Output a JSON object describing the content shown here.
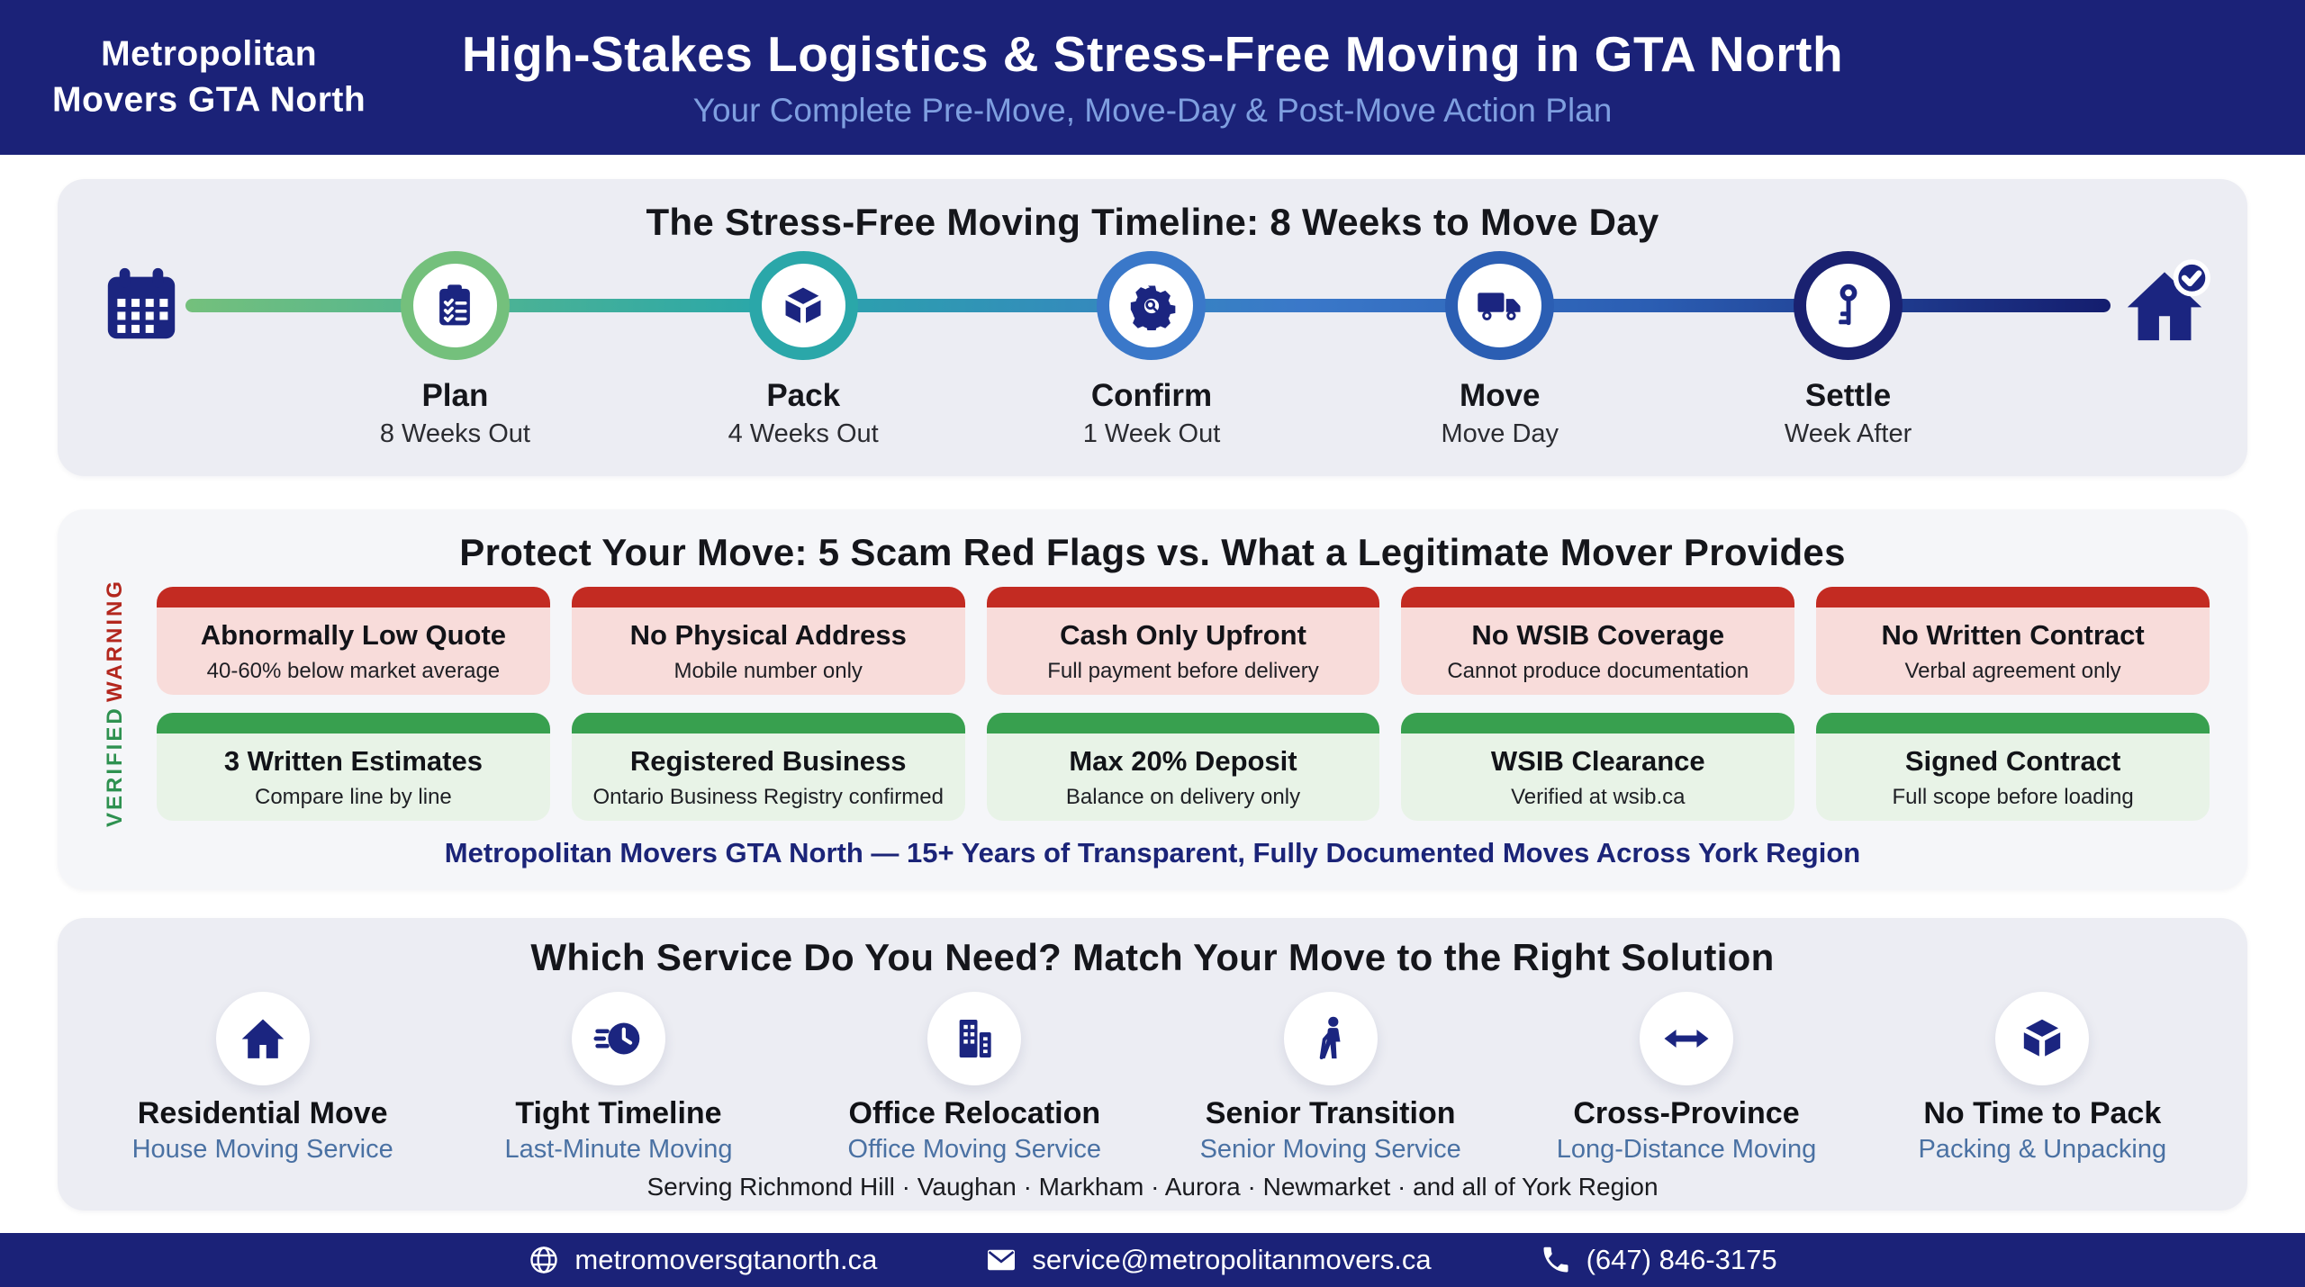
{
  "brand": {
    "line1": "Metropolitan",
    "line2": "Movers GTA North"
  },
  "header": {
    "title": "High-Stakes Logistics & Stress-Free Moving in GTA North",
    "subtitle": "Your Complete Pre-Move, Move-Day & Post-Move Action Plan"
  },
  "timeline": {
    "title": "The Stress-Free Moving Timeline: 8 Weeks to Move Day",
    "start_icon": "calendar-icon",
    "end_icon": "house-check-icon",
    "stages": [
      {
        "name": "Plan",
        "sublabel": "8 Weeks Out",
        "icon": "clipboard-checklist-icon",
        "ring_color": "#74c07c"
      },
      {
        "name": "Pack",
        "sublabel": "4 Weeks Out",
        "icon": "open-box-icon",
        "ring_color": "#2aa7a9"
      },
      {
        "name": "Confirm",
        "sublabel": "1 Week Out",
        "icon": "gear-search-icon",
        "ring_color": "#3a78c9"
      },
      {
        "name": "Move",
        "sublabel": "Move Day",
        "icon": "truck-icon",
        "ring_color": "#2b5eb3"
      },
      {
        "name": "Settle",
        "sublabel": "Week After",
        "icon": "key-icon",
        "ring_color": "#1a2170"
      }
    ]
  },
  "scam": {
    "title": "Protect Your Move: 5 Scam Red Flags vs. What a Legitimate Mover Provides",
    "warning_label": "WARNING",
    "verified_label": "VERIFIED",
    "red_flags": [
      {
        "title": "Abnormally Low Quote",
        "subtitle": "40-60% below market average"
      },
      {
        "title": "No Physical Address",
        "subtitle": "Mobile number only"
      },
      {
        "title": "Cash Only Upfront",
        "subtitle": "Full payment before delivery"
      },
      {
        "title": "No WSIB Coverage",
        "subtitle": "Cannot produce documentation"
      },
      {
        "title": "No Written Contract",
        "subtitle": "Verbal agreement only"
      }
    ],
    "verified_items": [
      {
        "title": "3 Written Estimates",
        "subtitle": "Compare line by line"
      },
      {
        "title": "Registered Business",
        "subtitle": "Ontario Business Registry confirmed"
      },
      {
        "title": "Max 20% Deposit",
        "subtitle": "Balance on delivery only"
      },
      {
        "title": "WSIB Clearance",
        "subtitle": "Verified at wsib.ca"
      },
      {
        "title": "Signed Contract",
        "subtitle": "Full scope before loading"
      }
    ],
    "tagline": "Metropolitan Movers GTA North — 15+ Years of Transparent, Fully Documented Moves Across York Region"
  },
  "services": {
    "title": "Which Service Do You Need? Match Your Move to the Right Solution",
    "items": [
      {
        "title": "Residential Move",
        "subtitle": "House Moving Service",
        "icon": "house-icon"
      },
      {
        "title": "Tight Timeline",
        "subtitle": "Last-Minute Moving",
        "icon": "clock-rush-icon"
      },
      {
        "title": "Office Relocation",
        "subtitle": "Office Moving Service",
        "icon": "office-building-icon"
      },
      {
        "title": "Senior Transition",
        "subtitle": "Senior Moving Service",
        "icon": "senior-person-icon"
      },
      {
        "title": "Cross-Province",
        "subtitle": "Long-Distance Moving",
        "icon": "arrows-left-right-icon"
      },
      {
        "title": "No Time to Pack",
        "subtitle": "Packing & Unpacking",
        "icon": "packed-box-icon"
      }
    ],
    "serving_line": "Serving Richmond Hill · Vaughan · Markham · Aurora · Newmarket · and all of York Region"
  },
  "footer": {
    "contacts": [
      {
        "icon": "globe-icon",
        "text": "metromoversgtanorth.ca"
      },
      {
        "icon": "mail-icon",
        "text": "service@metropolitanmovers.ca"
      },
      {
        "icon": "phone-icon",
        "text": "(647) 846-3175"
      }
    ]
  },
  "colors": {
    "navy": "#1b2278",
    "icon_navy": "#1b2580",
    "subtitle_blue": "#7f9fe0",
    "warning_red": "#c32b22",
    "warning_bg": "#f8dcda",
    "verified_green": "#38a04f",
    "verified_bg": "#e8f3e7",
    "service_sub_blue": "#4a71a3"
  }
}
